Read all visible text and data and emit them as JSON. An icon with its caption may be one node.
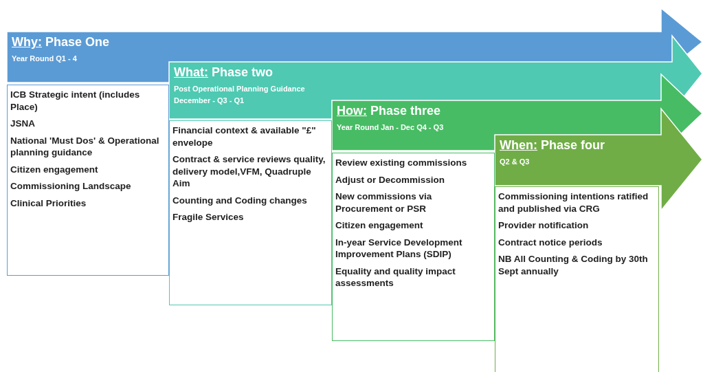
{
  "diagram": {
    "nodes": [
      {
        "text": [
          "Why:",
          "Phase One",
          "Year Round Q1 - 4"
        ]
      },
      {
        "text": [
          "ICB Strategic intent (includes Place)",
          "JSNA",
          "National 'Must Dos' & Operational planning guidance",
          "Citizen engagement",
          "Commissioning Landscape",
          "Clinical Priorities"
        ]
      },
      {
        "text": [
          "What:",
          "Phase two",
          "Post Operational Planning Guidance December - Q3 - Q1"
        ]
      },
      {
        "text": [
          "Financial context & available \"£\" envelope",
          "Contract & service reviews quality, delivery model,VFM, Quadruple Aim",
          "Counting and Coding changes",
          "Fragile Services"
        ]
      },
      {
        "text": [
          "How:",
          "Phase three",
          "Year Round Jan - Dec Q4 - Q3"
        ]
      },
      {
        "text": [
          "Review existing commissions",
          "Adjust or Decommission",
          "New commissions via Procurement or PSR",
          "Citizen engagement",
          "In-year Service Development Improvement Plans  (SDIP)",
          "Equality and quality impact assessments"
        ]
      },
      {
        "text": [
          "When:",
          "Phase four",
          "Q2 & Q3"
        ]
      },
      {
        "text": [
          "Commissioning intentions ratified and published via CRG",
          "Provider notification",
          "Contract notice periods",
          "NB All Counting & Coding by 30th Sept annually"
        ]
      }
    ]
  }
}
